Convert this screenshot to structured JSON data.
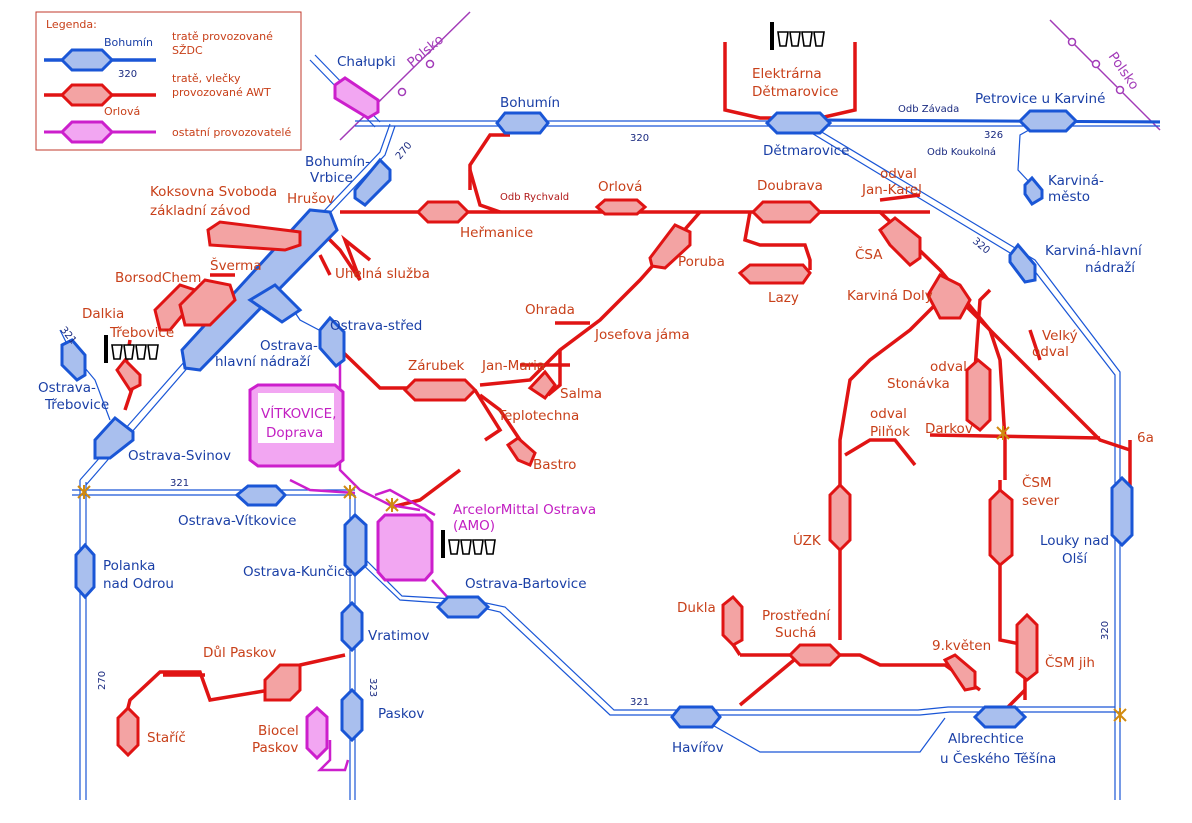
{
  "legend": {
    "title": "Legenda:",
    "items": [
      {
        "station_label": "Bohumín",
        "line_number": "320",
        "text_line1": "tratě provozované",
        "text_line2": "SŽDC"
      },
      {
        "station_label": "Orlová",
        "text_line1": "tratě, vlečky",
        "text_line2": "provozované AWT"
      },
      {
        "text_line1": "ostatní provozovatelé"
      }
    ]
  },
  "borders": {
    "poland_left": "Polsko",
    "poland_right": "Polsko"
  },
  "line_numbers": {
    "l270_top": "270",
    "l320_top": "320",
    "l326": "326",
    "l320_right": "320",
    "l321_left": "321",
    "l321_mid": "321",
    "l321_bottom": "321",
    "l270_left": "270",
    "l323": "323",
    "l320_vert": "320"
  },
  "points": {
    "odb_zavada": "Odb Závada",
    "odb_koukolna": "Odb Koukolná",
    "odb_rychvald": "Odb Rychvald"
  },
  "stations_blue": {
    "chalupki": "Chałupki",
    "bohumin": "Bohumín",
    "detmarovice": "Dětmarovice",
    "petrovice": "Petrovice u Karviné",
    "bohumin_vrbice_1": "Bohumín-",
    "bohumin_vrbice_2": "Vrbice",
    "karvina_mesto_1": "Karviná-",
    "karvina_mesto_2": "město",
    "karvina_hl_1": "Karviná-hlavní",
    "karvina_hl_2": "nádraží",
    "ostrava_stred": "Ostrava-střed",
    "ostrava_hl_1": "Ostrava-",
    "ostrava_hl_2": "hlavní nádraží",
    "ostrava_trebovice_1": "Ostrava-",
    "ostrava_trebovice_2": "Třebovice",
    "ostrava_svinov": "Ostrava-Svinov",
    "ostrava_vitkovice": "Ostrava-Vítkovice",
    "polanka_1": "Polanka",
    "polanka_2": "nad Odrou",
    "ostrava_kuncice": "Ostrava-Kunčice",
    "ostrava_bartovice": "Ostrava-Bartovice",
    "vratimov": "Vratimov",
    "paskov": "Paskov",
    "havirov": "Havířov",
    "albrechtice_1": "Albrechtice",
    "albrechtice_2": "u Českého Těšína",
    "louky_1": "Louky nad",
    "louky_2": "Olší"
  },
  "stations_red": {
    "elektrarna_1": "Elektrárna",
    "elektrarna_2": "Dětmarovice",
    "koksovna_1": "Koksovna Svoboda",
    "koksovna_2": "základní závod",
    "hrusov": "Hrušov",
    "hermanice": "Heřmanice",
    "orlova": "Orlová",
    "doubrava": "Doubrava",
    "odval_jk_1": "odval",
    "odval_jk_2": "Jan-Karel",
    "uhelna": "Uhelná služba",
    "sverma": "Šverma",
    "borsodchem": "BorsodChem",
    "dalkia": "Dalkia",
    "trebovice": "Třebovice",
    "poruba": "Poruba",
    "lazy": "Lazy",
    "csa": "ČSA",
    "karvina_doly": "Karviná Doly",
    "ohrada": "Ohrada",
    "josefova": "Josefova jáma",
    "zarubek": "Zárubek",
    "jan_maria": "Jan-Maria",
    "salma": "Salma",
    "teplotechna": "Teplotechna",
    "bastro": "Bastro",
    "velky_1": "Velký",
    "velky_2": "odval",
    "odval_st_1": "odval",
    "odval_st_2": "Stonávka",
    "odval_pil_1": "odval",
    "odval_pil_2": "Pilňok",
    "darkov": "Darkov",
    "six_a": "6a",
    "csm_sever_1": "ČSM",
    "csm_sever_2": "sever",
    "uzk": "ÚZK",
    "dukla": "Dukla",
    "prostredni_1": "Prostřední",
    "prostredni_2": "Suchá",
    "kveten": "9.květen",
    "csm_jih": "ČSM jih",
    "dul_paskov": "Důl Paskov",
    "staric": "Staříč"
  },
  "stations_magenta": {
    "vitkovice_1": "VÍTKOVICE,",
    "vitkovice_2": "Doprava",
    "amo_1": "ArcelorMittal Ostrava",
    "amo_2": "(AMO)",
    "biocel_1": "Biocel",
    "biocel_2": "Paskov"
  },
  "icons": [
    "power-plant-icon",
    "power-plant-icon",
    "power-plant-icon",
    "power-plant-icon",
    "border-crossing-icon"
  ],
  "colors": {
    "szdc_blue": "#1a56d6",
    "awt_red": "#e01414",
    "other_magenta": "#cc1fcc",
    "border_purple": "#a23bb8",
    "crossing_orange": "#d08a10"
  }
}
